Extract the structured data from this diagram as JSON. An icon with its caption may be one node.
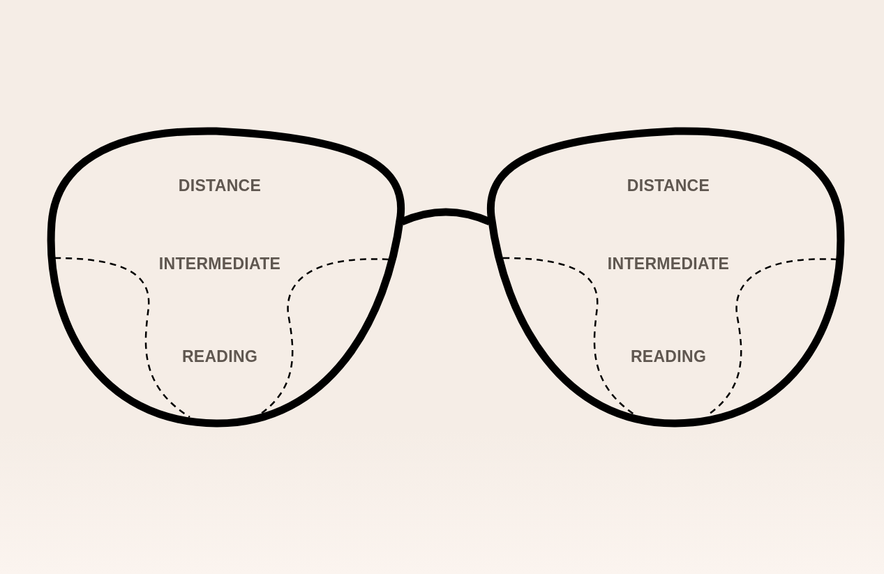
{
  "diagram": {
    "labels": [
      "DISTANCE",
      "INTERMEDIATE",
      "READING",
      "DISTANCE",
      "INTERMEDIATE",
      "READING"
    ]
  }
}
